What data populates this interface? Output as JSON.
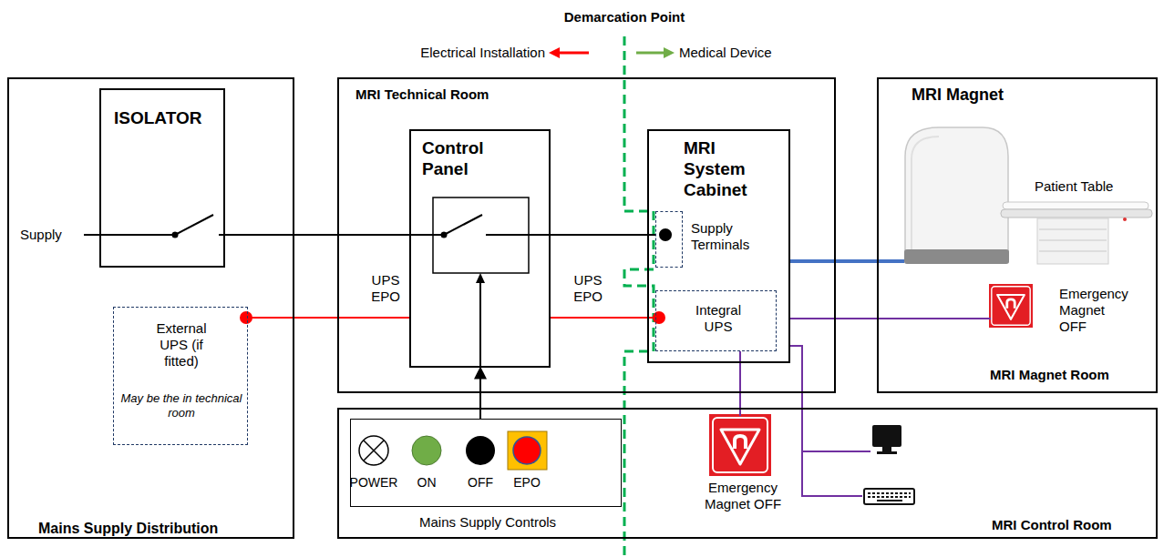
{
  "diagram": {
    "nodes": [
      {
        "text": [
          "Mains Supply Distribution"
        ]
      },
      {
        "text": [
          "ISOLATOR"
        ],
        "in": 0
      },
      {
        "text": [
          "External UPS (if fitted)",
          "May be the in technical room"
        ],
        "in": 0
      },
      {
        "text": [
          "MRI Technical Room"
        ]
      },
      {
        "text": [
          "Control Panel"
        ],
        "in": 3
      },
      {
        "text": [
          "MRI System Cabinet"
        ],
        "in": 3
      },
      {
        "text": [
          "Supply Terminals"
        ],
        "in": 5
      },
      {
        "text": [
          "Integral UPS"
        ],
        "in": 5
      },
      {
        "text": [
          "MRI Magnet Room"
        ]
      },
      {
        "text": [
          "Emergency Magnet OFF"
        ],
        "in": 8
      },
      {
        "text": [
          "MRI Control Room"
        ]
      },
      {
        "text": [
          "Mains Supply Controls"
        ],
        "in": 10
      },
      {
        "text": [
          "Emergency Magnet OFF"
        ],
        "in": 10
      }
    ],
    "edges": [
      {
        "from": 1,
        "to": 4,
        "arrow": "none"
      },
      {
        "from": 4,
        "to": 6,
        "arrow": "none"
      },
      {
        "from": 2,
        "to": 4,
        "label": "UPS EPO",
        "arrow": "none"
      },
      {
        "from": 4,
        "to": 7,
        "label": "UPS EPO",
        "arrow": "none"
      },
      {
        "from": 11,
        "to": 4,
        "arrow": "to"
      },
      {
        "from": 5,
        "to": 9,
        "arrow": "none"
      },
      {
        "from": 7,
        "to": 12,
        "arrow": "none"
      }
    ],
    "labels": [
      "Demarcation Point",
      "Electrical Installation",
      "Medical Device",
      "Supply",
      "MRI Magnet",
      "Patient Table",
      "POWER",
      "ON",
      "OFF",
      "EPO"
    ]
  }
}
